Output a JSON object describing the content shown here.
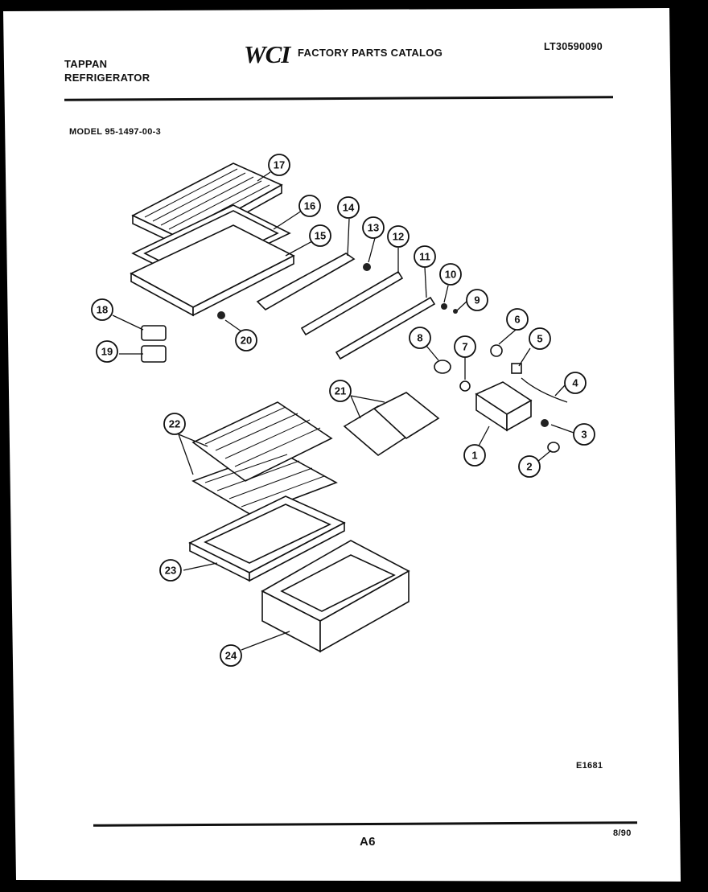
{
  "header": {
    "brand_line1": "TAPPAN",
    "brand_line2": "REFRIGERATOR",
    "logo": "WCI",
    "catalog_title": "FACTORY PARTS CATALOG",
    "catalog_number": "LT30590090",
    "model": "MODEL 95-1497-00-3"
  },
  "diagram": {
    "drawing_id": "E1681",
    "callouts": [
      "1",
      "2",
      "3",
      "4",
      "5",
      "6",
      "7",
      "8",
      "9",
      "10",
      "11",
      "12",
      "13",
      "14",
      "15",
      "16",
      "17",
      "18",
      "19",
      "20",
      "21",
      "22",
      "23",
      "24"
    ]
  },
  "footer": {
    "page": "A6",
    "date": "8/90"
  }
}
